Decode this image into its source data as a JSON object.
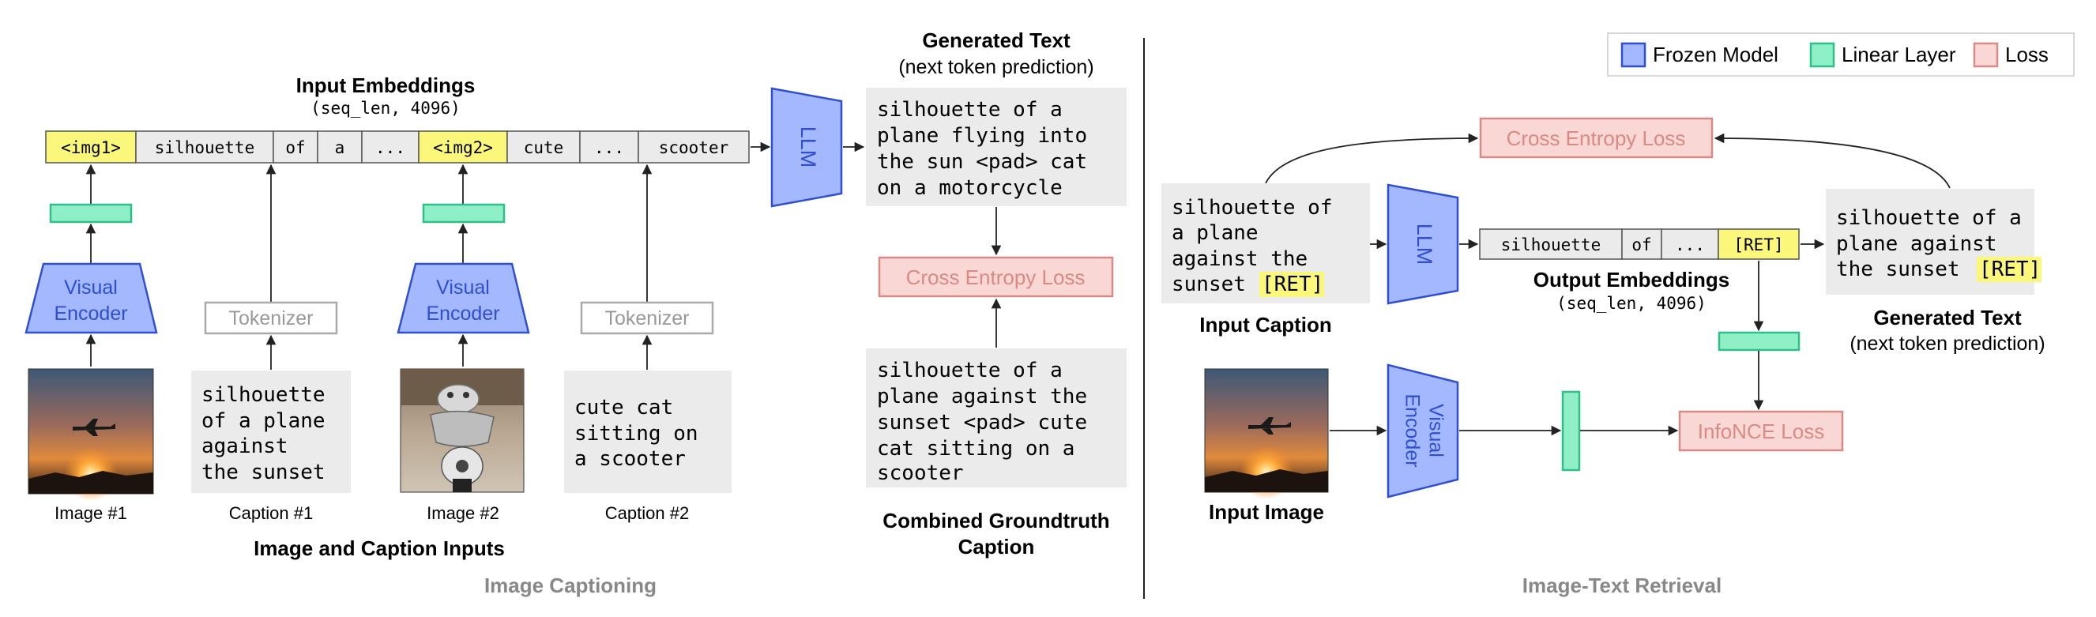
{
  "legend": {
    "items": [
      {
        "label": "Frozen Model",
        "color": "#a4b8ff",
        "stroke": "#2f4fd0"
      },
      {
        "label": "Linear Layer",
        "color": "#8ff0c8",
        "stroke": "#2fc08a"
      },
      {
        "label": "Loss",
        "color": "#f8d7d4",
        "stroke": "#d98a84"
      }
    ]
  },
  "captioning": {
    "section_title": "Image Captioning",
    "embeddings_title": "Input Embeddings",
    "embeddings_shape": "(seq_len, 4096)",
    "tokens": [
      "<img1>",
      "silhouette",
      "of",
      "a",
      "...",
      "<img2>",
      "cute",
      "...",
      "scooter"
    ],
    "llm_label": "LLM",
    "visual_encoder_label_1": "Visual",
    "visual_encoder_label_2": "Encoder",
    "tokenizer_label": "Tokenizer",
    "image1_label": "Image #1",
    "image2_label": "Image #2",
    "caption1_label": "Caption #1",
    "caption2_label": "Caption #2",
    "caption1_lines": [
      "silhouette",
      "of a plane",
      "against",
      "the sunset"
    ],
    "caption2_lines": [
      "cute cat",
      "sitting on",
      "a scooter"
    ],
    "inputs_title": "Image and Caption Inputs",
    "generated_title": "Generated Text",
    "generated_subtitle": "(next token prediction)",
    "generated_lines": [
      "silhouette of a",
      "plane flying into",
      "the sun <pad> cat",
      "on a motorcycle"
    ],
    "loss_label": "Cross Entropy Loss",
    "groundtruth_lines": [
      "silhouette of a",
      "plane against the",
      "sunset <pad> cute",
      "cat sitting on a",
      "scooter"
    ],
    "groundtruth_title_1": "Combined Groundtruth",
    "groundtruth_title_2": "Caption"
  },
  "retrieval": {
    "section_title": "Image-Text Retrieval",
    "cross_entropy_label": "Cross Entropy Loss",
    "input_caption_lines": [
      "silhouette of",
      "a plane",
      "against the"
    ],
    "input_caption_last": "sunset",
    "ret_token": "[RET]",
    "input_caption_title": "Input Caption",
    "llm_label": "LLM",
    "tokens": [
      "silhouette",
      "of",
      "...",
      "[RET]"
    ],
    "output_title": "Output Embeddings",
    "output_shape": "(seq_len, 4096)",
    "generated_lines": [
      "silhouette of a",
      "plane against"
    ],
    "generated_last": "the sunset",
    "generated_title": "Generated Text",
    "generated_subtitle": "(next token prediction)",
    "input_image_title": "Input Image",
    "visual_encoder_label_1": "Visual",
    "visual_encoder_label_2": "Encoder",
    "infonce_label": "InfoNCE Loss"
  }
}
